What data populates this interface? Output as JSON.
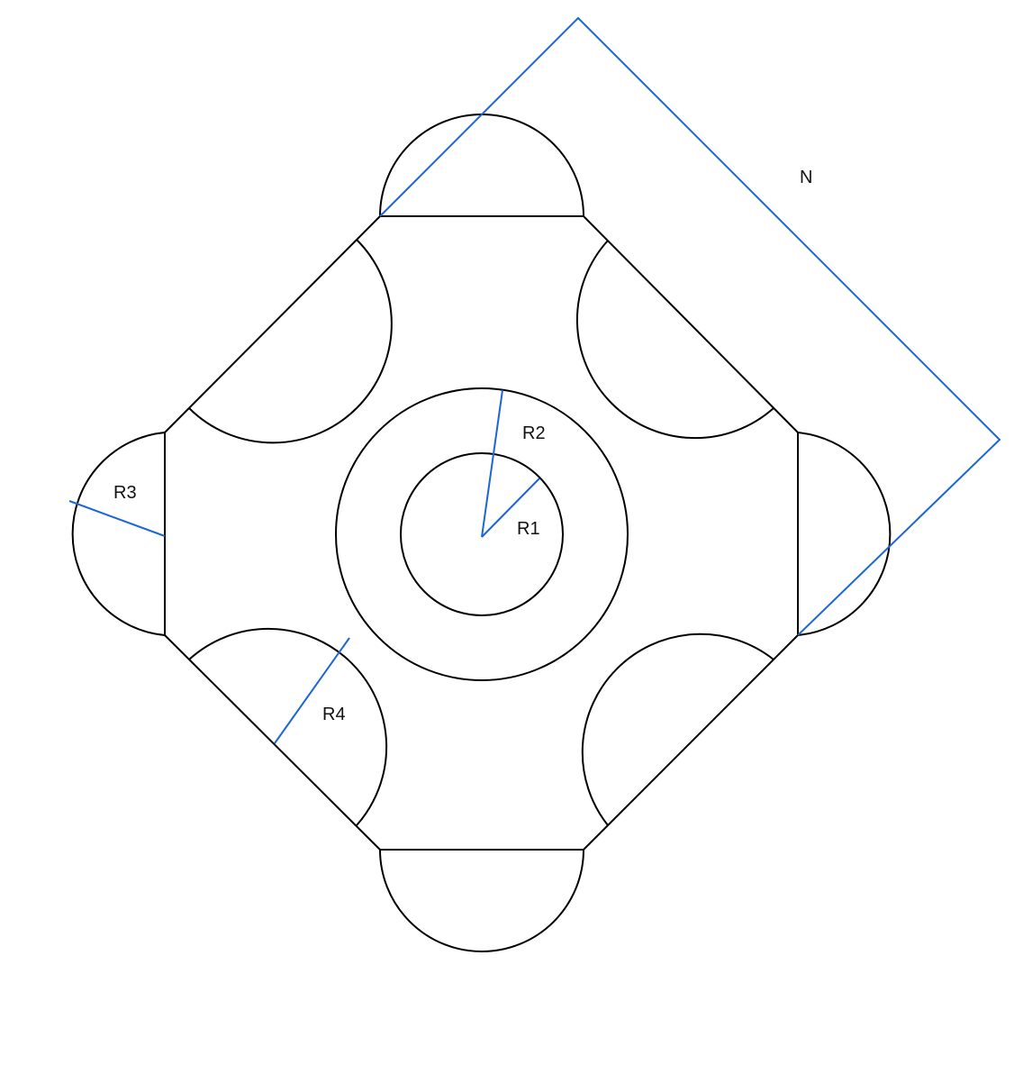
{
  "diagram": {
    "labels": {
      "r1": "R1",
      "r2": "R2",
      "r3": "R3",
      "r4": "R4",
      "n": "N"
    },
    "colors": {
      "outline": "#000000",
      "dimension": "#1a66d6",
      "background": "#ffffff"
    }
  }
}
